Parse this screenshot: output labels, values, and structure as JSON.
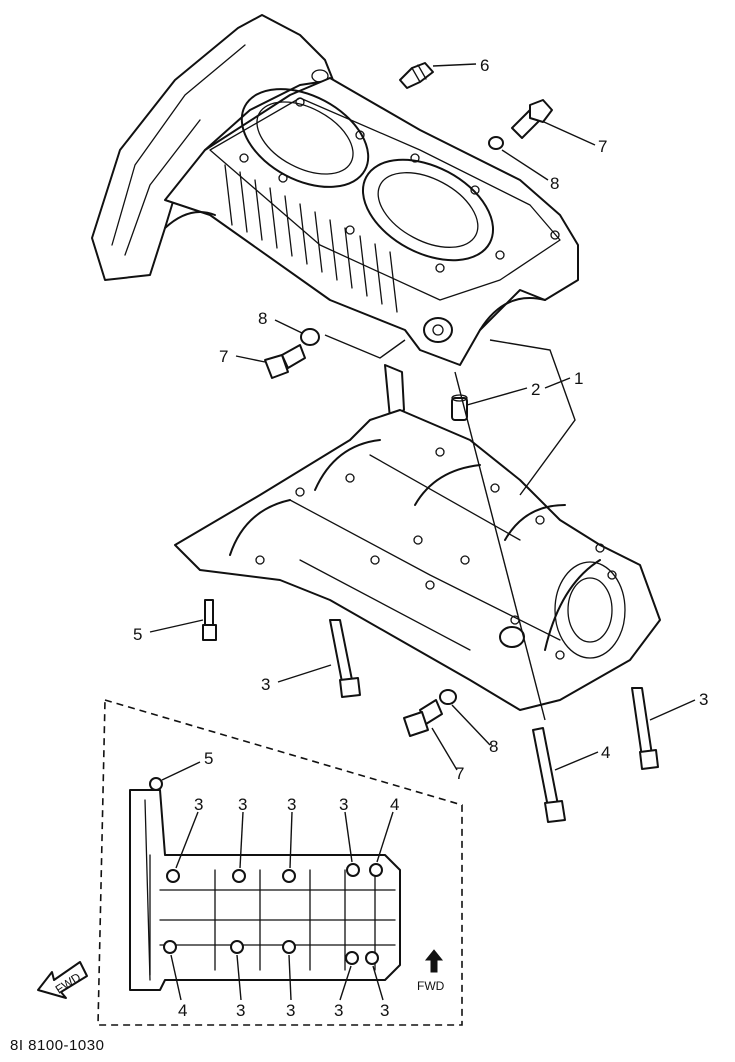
{
  "diagram_code": "8I 8100-1030",
  "fwd_label": "FWD",
  "callouts": {
    "c1": "1",
    "c2": "2",
    "c3": "3",
    "c4": "4",
    "c5": "5",
    "c6": "6",
    "c7": "7",
    "c8": "8"
  },
  "inset_callouts": {
    "top": [
      "5",
      "3",
      "3",
      "3",
      "3",
      "4"
    ],
    "bottom": [
      "4",
      "3",
      "3",
      "3",
      "3"
    ]
  }
}
